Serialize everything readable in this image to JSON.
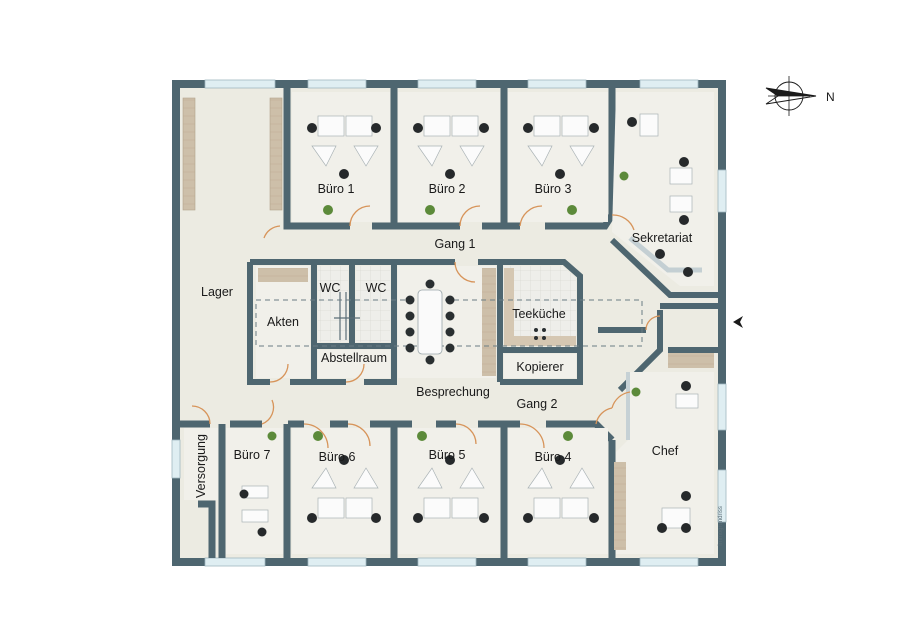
{
  "rooms": {
    "buero1": "Büro 1",
    "buero2": "Büro 2",
    "buero3": "Büro 3",
    "sekretariat": "Sekretariat",
    "gang1": "Gang 1",
    "lager": "Lager",
    "wc1": "WC",
    "wc2": "WC",
    "akten": "Akten",
    "abstellraum": "Abstellraum",
    "teekueche": "Teeküche",
    "kopierer": "Kopierer",
    "besprechung": "Besprechung",
    "gang2": "Gang 2",
    "versorgung": "Versorgung",
    "buero7": "Büro 7",
    "buero6": "Büro 6",
    "buero5": "Büro 5",
    "buero4": "Büro 4",
    "chef": "Chef"
  },
  "compass": {
    "label": "N",
    "icon": "compass-icon"
  },
  "entrance": {
    "icon": "entrance-arrow-icon"
  },
  "watermark": "Immogrundriss",
  "colors": {
    "wall": "#4e6670",
    "floor": "#ecebe2",
    "room_floor": "#e9e8df",
    "wood": "#c8b8a2",
    "window": "#d8e8ee"
  }
}
